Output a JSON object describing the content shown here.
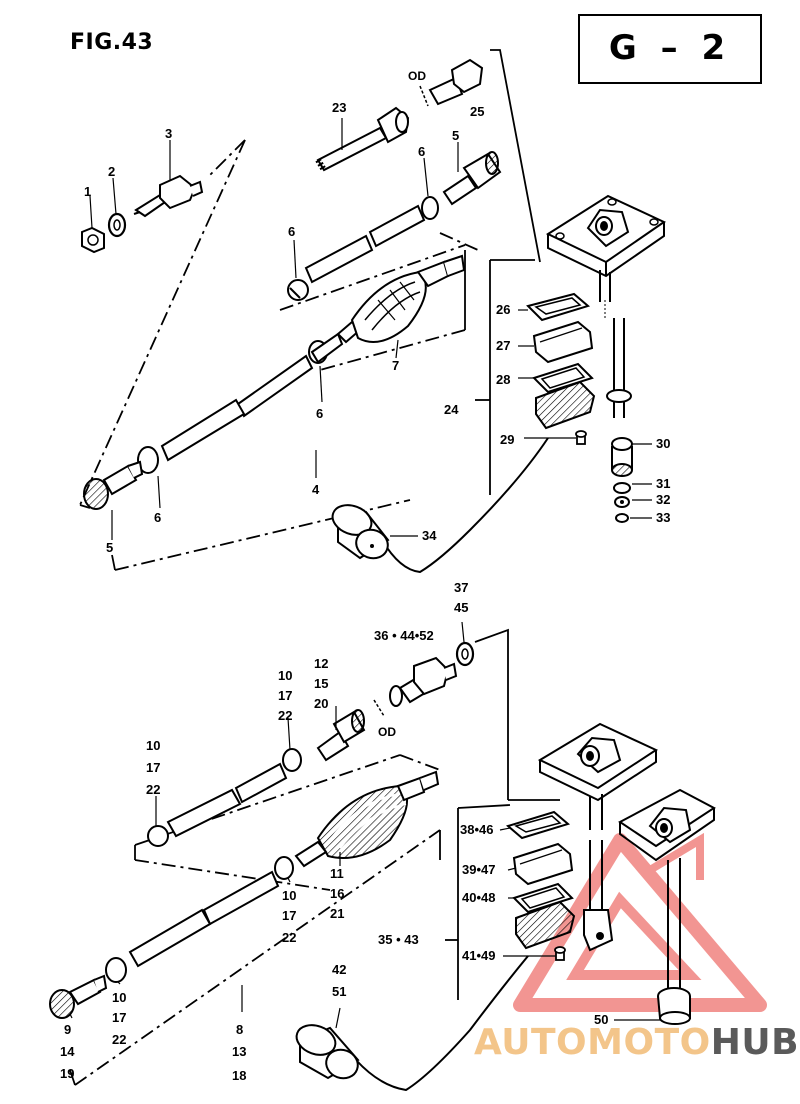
{
  "figure_label": "FIG.43",
  "section_code": "G – 2",
  "watermark": {
    "part1": "AUTOMOTO",
    "part2": "HUB",
    "color_primary": "#e8403a",
    "color_secondary": "#f3c58a"
  },
  "callouts": {
    "c1": "1",
    "c2": "2",
    "c3": "3",
    "c4": "4",
    "c5a": "5",
    "c5b": "5",
    "c6a": "6",
    "c6b": "6",
    "c6c": "6",
    "c6d": "6",
    "c7": "7",
    "c8": "8",
    "c13": "13",
    "c18": "18",
    "c9": "9",
    "c14": "14",
    "c19": "19",
    "c10a": "10",
    "c17a": "17",
    "c22a": "22",
    "c10b": "10",
    "c17b": "17",
    "c22b": "22",
    "c10c": "10",
    "c17c": "17",
    "c22c": "22",
    "c10d": "10",
    "c17d": "17",
    "c22d": "22",
    "c11": "11",
    "c16": "16",
    "c21": "21",
    "c12": "12",
    "c15": "15",
    "c20": "20",
    "c23": "23",
    "c24": "24",
    "c25": "25",
    "c26": "26",
    "c27": "27",
    "c28": "28",
    "c29": "29",
    "c30": "30",
    "c31": "31",
    "c32": "32",
    "c33": "33",
    "c34": "34",
    "c35_43": "35 • 43",
    "c36_44_52": "36 • 44•52",
    "c37": "37",
    "c45": "45",
    "c38_46": "38•46",
    "c39_47": "39•47",
    "c40_48": "40•48",
    "c41_49": "41•49",
    "c42": "42",
    "c51": "51",
    "c50": "50",
    "od_top": "OD",
    "od_bottom": "OD"
  }
}
